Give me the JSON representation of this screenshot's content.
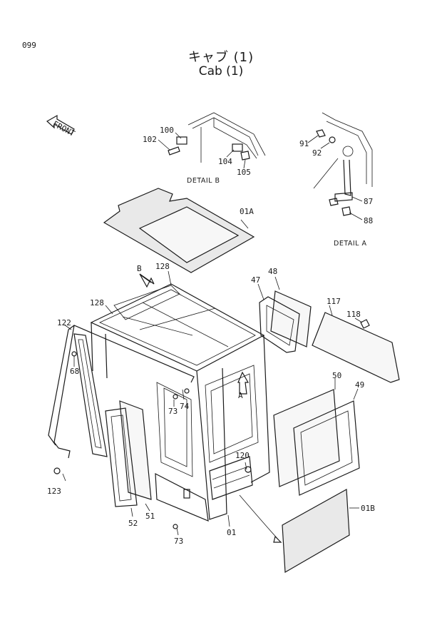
{
  "page_number": "099",
  "title_jp": "キャブ (1)",
  "title_en": "Cab (1)",
  "front_label": "FRONT",
  "detail_b_caption": "DETAIL B",
  "detail_a_caption": "DETAIL A",
  "arrow_labels": {
    "a": "A",
    "b": "B"
  },
  "part_labels": {
    "p100": "100",
    "p102": "102",
    "p104": "104",
    "p105": "105",
    "p91": "91",
    "p92": "92",
    "p87": "87",
    "p88": "88",
    "p01A": "01A",
    "p128a": "128",
    "p128b": "128",
    "p48": "48",
    "p47": "47",
    "p117": "117",
    "p118": "118",
    "p122": "122",
    "p68": "68",
    "p73a": "73",
    "p74": "74",
    "p50": "50",
    "p49": "49",
    "p120": "120",
    "p123": "123",
    "p51": "51",
    "p52": "52",
    "p73b": "73",
    "p01": "01",
    "p01B": "01B"
  }
}
